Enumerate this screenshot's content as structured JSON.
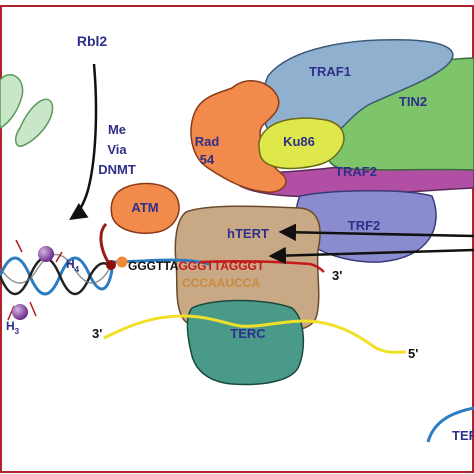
{
  "diagram": {
    "labels": {
      "rbl2": "Rbl2",
      "me_via_dnmt_1": "Me",
      "me_via_dnmt_2": "Via",
      "me_via_dnmt_3": "DNMT",
      "atm": "ATM",
      "rad54_1": "Rad",
      "rad54_2": "54",
      "ku86": "Ku86",
      "traf1": "TRAF1",
      "tin2": "TIN2",
      "traf2": "TRAF2",
      "trf2": "TRF2",
      "htert": "hTERT",
      "terc": "TERC",
      "h4": "H",
      "h4_sub": "4",
      "h3": "H",
      "h3_sub": "3",
      "three_prime_top": "3'",
      "three_prime_bottom": "3'",
      "five_prime": "5'",
      "tef_partial": "TEF"
    },
    "sequence": {
      "black_part": "GGGTTA",
      "red_part": "GGGTTAGGGT",
      "complement": "CCCAAUCCA"
    },
    "colors": {
      "frame": "#b0232a",
      "traf1": "#8fb0cf",
      "tin2": "#7ec46a",
      "traf2": "#b04fa3",
      "trf2": "#8b8bd0",
      "rad54": "#f28a4b",
      "ku86": "#dfe84a",
      "atm": "#f28a4b",
      "htert": "#c9a886",
      "terc": "#4a9a8a",
      "text_label": "#2e2f8a",
      "rna": "#f0e02a",
      "telomere_red": "#c61a1a",
      "dna_blue": "#2a7dc0"
    }
  }
}
